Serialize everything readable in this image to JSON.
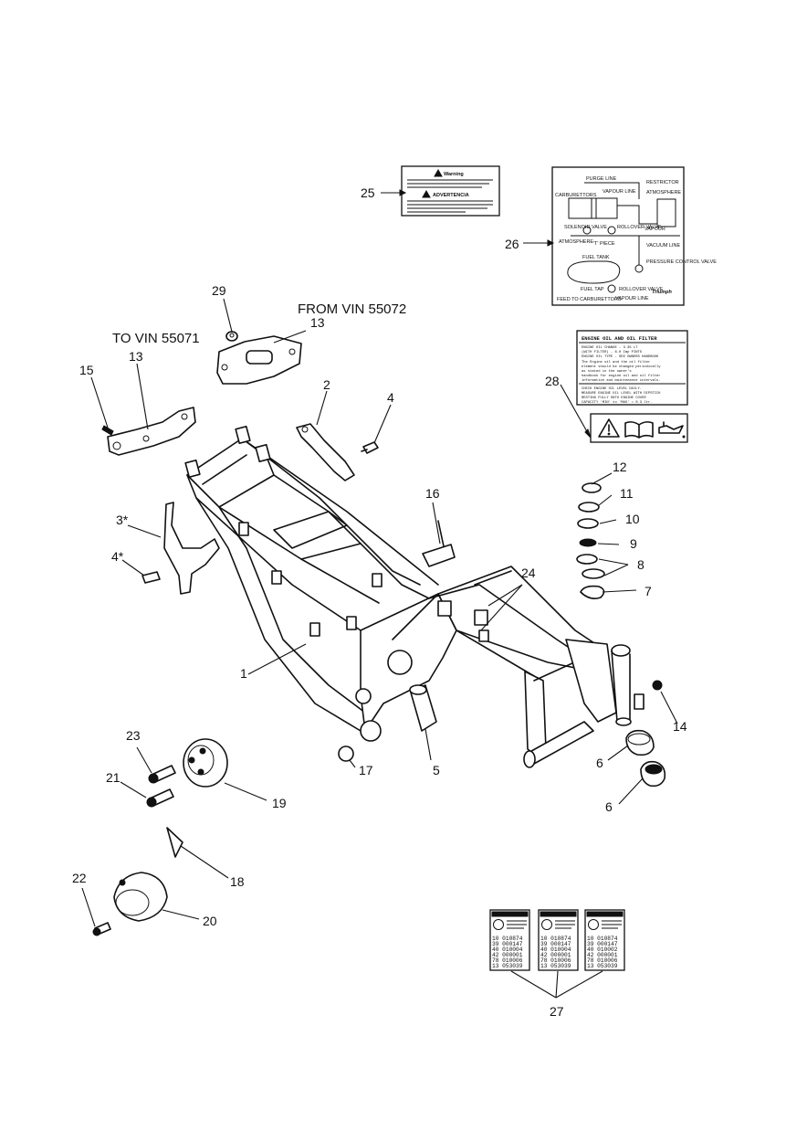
{
  "captions": {
    "to_vin": "TO VIN 55071",
    "from_vin": "FROM VIN 55072"
  },
  "callouts": {
    "c1": "1",
    "c2": "2",
    "c3": "3*",
    "c4a": "4",
    "c4b": "4*",
    "c5": "5",
    "c6a": "6",
    "c6b": "6",
    "c7": "7",
    "c8": "8",
    "c9": "9",
    "c10": "10",
    "c11": "11",
    "c12": "12",
    "c13a": "13",
    "c13b": "13",
    "c14": "14",
    "c15": "15",
    "c16": "16",
    "c17": "17",
    "c18": "18",
    "c19": "19",
    "c20": "20",
    "c21": "21",
    "c22": "22",
    "c23": "23",
    "c24": "24",
    "c25": "25",
    "c26": "26",
    "c27": "27",
    "c28": "28",
    "c29": "29"
  },
  "warning_label": {
    "title": "Warning",
    "title2": "ADVERTENCIA"
  },
  "vacuum_label": {
    "purge_line": "PURGE LINE",
    "restrictor": "RESTRICTOR",
    "carburettors": "CARBURETTORS",
    "vapour_line": "VAPOUR LINE",
    "atmosphere": "ATMOSPHERE",
    "solenoid_valve": "SOLENOID VALVE",
    "rollover_valve": "ROLLOVER VALVE",
    "vapour": "VAPOUR",
    "t_piece": "'T' PIECE",
    "vacuum_line": "VACUUM LINE",
    "fuel_tank": "FUEL TANK",
    "pressure_control_valve": "PRESSURE CONTROL VALVE",
    "fuel_tap": "FUEL TAP",
    "feed_to_carburettors": "FEED TO CARBURETTORS",
    "vapour_line2": "VAPOUR LINE",
    "brand": "Triumph"
  },
  "oil_label": {
    "header": "ENGINE OIL AND OIL FILTER",
    "lines": [
      "ENGINE OIL CHANGE  - 3.35 LT",
      "(WITH FILTER)      - 6.0 Imp PINTS",
      "ENGINE OIL TYPE    - SEE OWNERS HANDBOOK",
      "The Engine oil and the oil filter",
      "element should be changed periodically",
      "as stated in the owner's",
      "handbook for engine oil and oil filter",
      "information and maintenance intervals.",
      "CHECK ENGINE OIL LEVEL DAILY.",
      "MEASURE ENGINE OIL LEVEL WITH DIPSTICK",
      "RESTING FULLY ONTO ENGINE COVER",
      "CAPACITY 'MIN' to 'MAX' = 0.3 ltr."
    ]
  },
  "e11_labels": [
    {
      "rows": [
        "10 010874",
        "39 000147",
        "40 010004",
        "42 000001",
        "78 010006",
        "13 053039"
      ]
    },
    {
      "rows": [
        "10 010874",
        "39 000147",
        "40 010004",
        "42 000001",
        "78 010006",
        "13 053039"
      ]
    },
    {
      "rows": [
        "10 010874",
        "39 000147",
        "40 010002",
        "42 000001",
        "78 010006",
        "13 053039"
      ]
    }
  ],
  "icons": {
    "warning_triangle": "warning-triangle-icon",
    "open_book": "open-book-icon",
    "oil_can": "oil-can-icon"
  }
}
